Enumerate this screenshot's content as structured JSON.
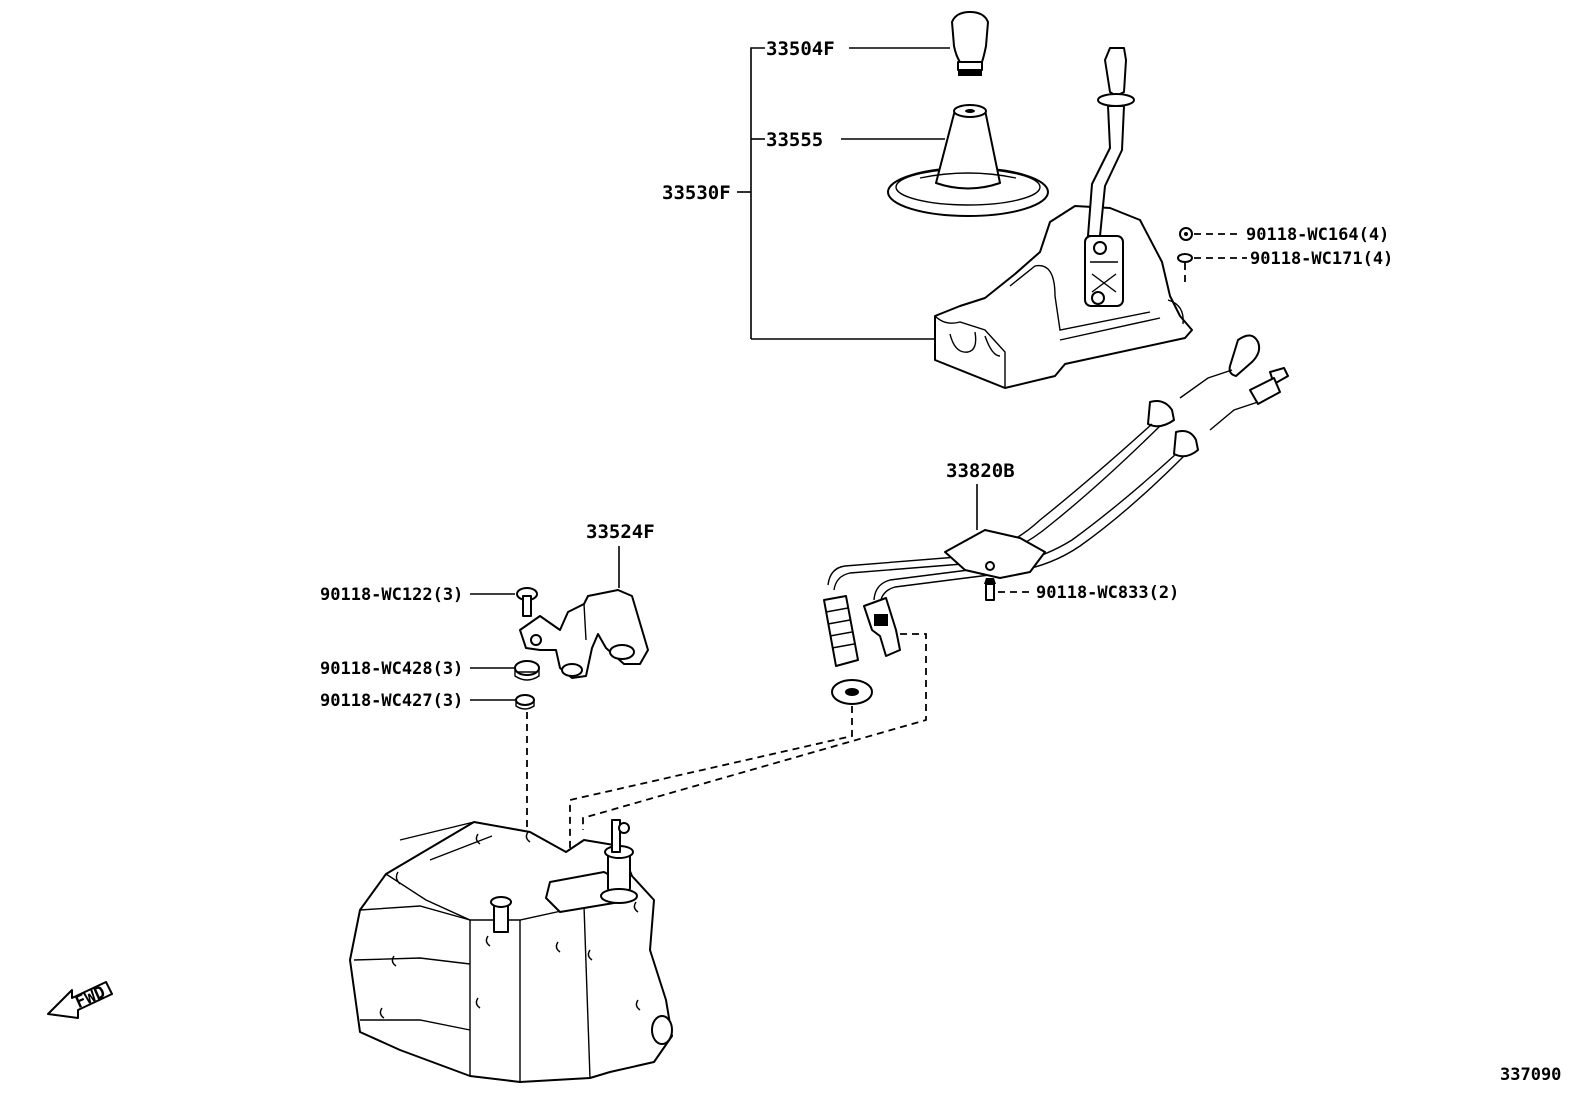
{
  "labels": {
    "shift_knob": "33504F",
    "shift_boot": "33555",
    "shift_lever_assy": "33530F",
    "nut_wc164": "90118-WC164(4)",
    "washer_wc171": "90118-WC171(4)",
    "control_cable": "33820B",
    "bracket": "33524F",
    "bolt_wc122": "90118-WC122(3)",
    "bushing_wc428": "90118-WC428(3)",
    "collar_wc427": "90118-WC427(3)",
    "bolt_wc833": "90118-WC833(2)",
    "fwd": "FWD",
    "diagram_code": "337090"
  }
}
